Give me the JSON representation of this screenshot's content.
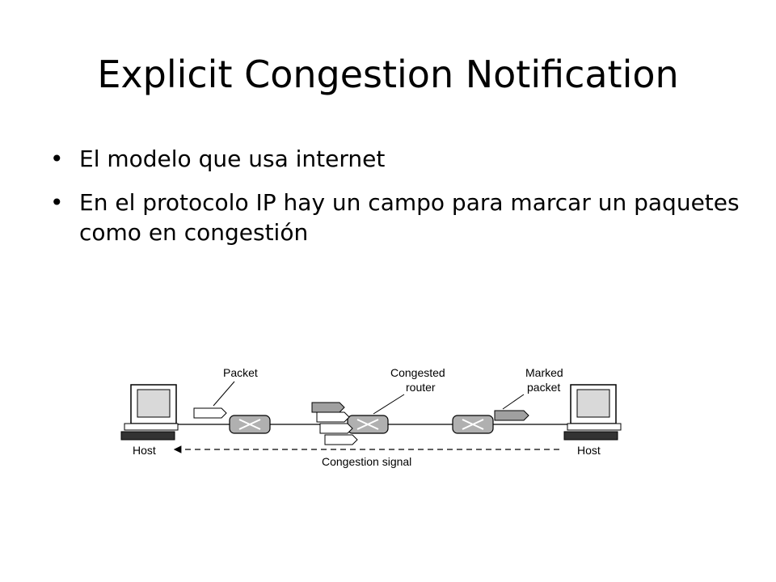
{
  "slide": {
    "title": "Explicit Congestion Notification",
    "bullets": [
      "El modelo que usa internet",
      "En el protocolo IP hay un campo para marcar un paquetes como en congestión"
    ]
  },
  "diagram": {
    "labels": {
      "packet": "Packet",
      "congested_router_line1": "Congested",
      "congested_router_line2": "router",
      "marked_packet_line1": "Marked",
      "marked_packet_line2": "packet",
      "host_left": "Host",
      "host_right": "Host",
      "congestion_signal": "Congestion signal"
    },
    "colors": {
      "marked_packet": "#a0a0a0",
      "router": "#b0b0b0",
      "screen": "#d9d9d9"
    }
  }
}
